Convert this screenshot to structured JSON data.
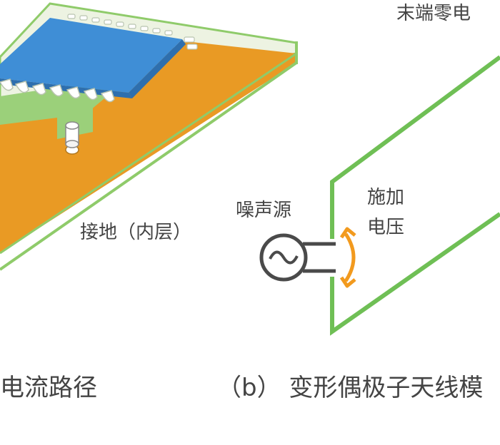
{
  "labels": {
    "end_zero": "末端零电",
    "apply_voltage_1": "施加",
    "apply_voltage_2": "电压",
    "noise_source": "噪声源",
    "ground_inner": "接地（内层）",
    "caption_left": "电流路径",
    "caption_right": "（b） 变形偶极子天线模"
  },
  "colors": {
    "pcb_orange": "#E99A24",
    "pcb_green": "#7CC55E",
    "chip_blue": "#3F8ED6",
    "antenna_green": "#6FBF55",
    "arrow_orange": "#F29A1E",
    "source_gray": "#4A4A4A"
  },
  "icons": [
    "ac-source-icon",
    "voltage-arrow-icon",
    "ic-chip-icon",
    "via-icon"
  ]
}
